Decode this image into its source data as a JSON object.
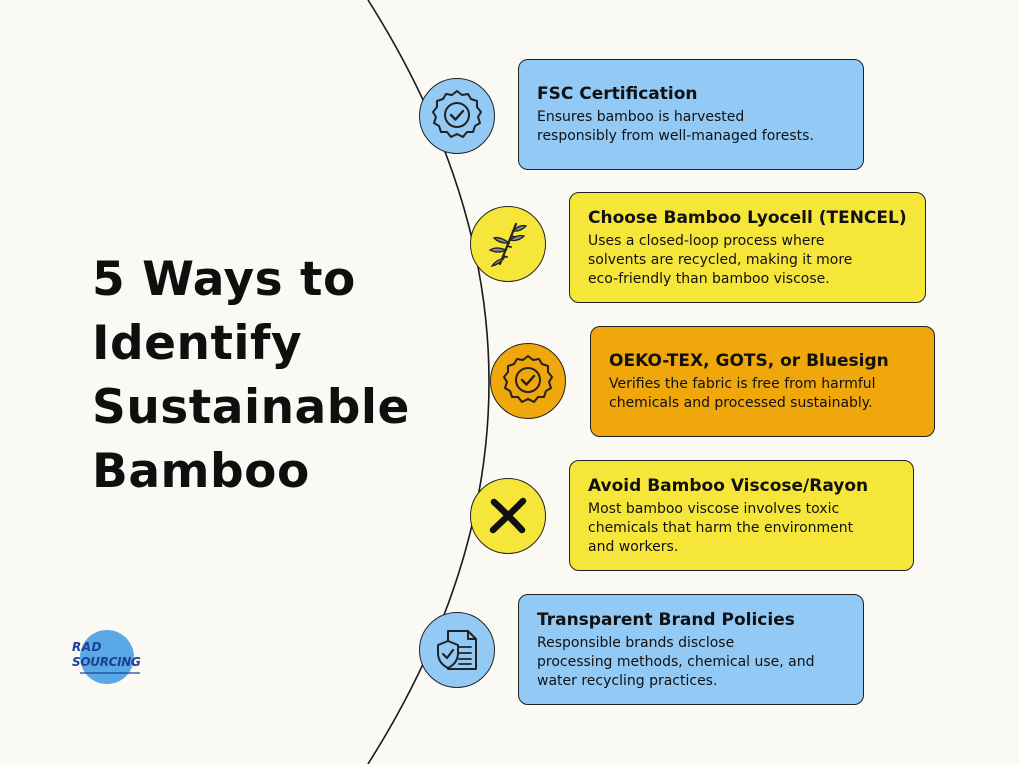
{
  "title_lines": [
    "5 Ways to",
    "Identify",
    "Sustainable",
    "Bamboo"
  ],
  "colors": {
    "background": "#fbf9f3",
    "blue": "#93c9f5",
    "yellow": "#f6e63a",
    "orange": "#f0a70b"
  },
  "items": [
    {
      "title": "FSC Certification",
      "desc_lines": [
        "Ensures bamboo is harvested",
        "responsibly from well-managed forests."
      ],
      "icon": "certified-badge-icon",
      "color": "blue"
    },
    {
      "title": "Choose Bamboo Lyocell (TENCEL)",
      "desc_lines": [
        "Uses a closed-loop process where",
        "solvents are recycled, making it more",
        "eco-friendly than bamboo viscose."
      ],
      "icon": "bamboo-icon",
      "color": "yellow"
    },
    {
      "title": "OEKO-TEX, GOTS, or Bluesign",
      "desc_lines": [
        "Verifies the fabric is free from harmful",
        "chemicals and processed sustainably."
      ],
      "icon": "certified-badge-icon",
      "color": "orange"
    },
    {
      "title": "Avoid Bamboo Viscose/Rayon",
      "desc_lines": [
        "Most bamboo viscose involves toxic",
        "chemicals that harm the environment",
        "and workers."
      ],
      "icon": "x-mark-icon",
      "color": "yellow"
    },
    {
      "title": "Transparent Brand Policies",
      "desc_lines": [
        "Responsible brands disclose",
        "processing methods, chemical use, and",
        "water recycling practices."
      ],
      "icon": "policy-document-shield-icon",
      "color": "blue"
    }
  ],
  "logo": {
    "line1": "RAD",
    "line2": "SOURCING"
  }
}
